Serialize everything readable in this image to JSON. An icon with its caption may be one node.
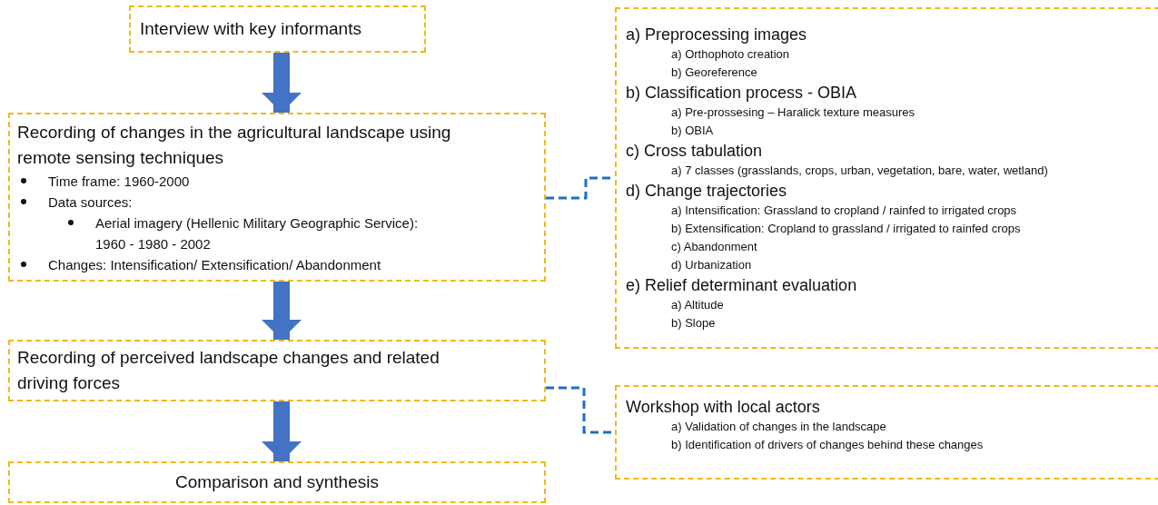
{
  "diagram": {
    "nodes": [
      {
        "text": [
          "Interview with key informants"
        ]
      },
      {
        "text": [
          "Recording of changes in the agricultural landscape using remote sensing techniques",
          "Time frame: 1960-2000",
          "Data sources:",
          "Aerial imagery (Hellenic Military Geographic Service): 1960 - 1980 - 2002",
          "Changes: Intensification/ Extensification/ Abandonment"
        ]
      },
      {
        "text": [
          "Recording of perceived landscape changes and related driving forces"
        ]
      },
      {
        "text": [
          "Comparison and synthesis"
        ]
      },
      {
        "text": [
          "a) Preprocessing images",
          "a) Orthophoto creation",
          "b) Georeference",
          "b) Classification process - OBIA",
          "a) Pre-prossesing – Haralick texture measures",
          "b) OBIA",
          "c) Cross tabulation",
          "a) 7 classes (grasslands, crops, urban, vegetation, bare, water, wetland)",
          "d) Change trajectories",
          "a) Intensification: Grassland to cropland / rainfed to irrigated crops",
          "b) Extensification: Cropland to grassland / irrigated to rainfed crops",
          "c) Abandonment",
          "d) Urbanization",
          "e) Relief determinant evaluation",
          "a) Altitude",
          "b) Slope"
        ]
      },
      {
        "text": [
          "Workshop with local actors",
          "a) Validation of changes in the landscape",
          "b) Identification of drivers of changes behind these changes"
        ]
      }
    ],
    "edges": [
      {
        "from": 0,
        "to": 1,
        "arrow": "to"
      },
      {
        "from": 1,
        "to": 2,
        "arrow": "to"
      },
      {
        "from": 2,
        "to": 3,
        "arrow": "to"
      },
      {
        "from": 1,
        "to": 4,
        "arrow": "none",
        "style": "dashed",
        "color": "#1f6fc0"
      },
      {
        "from": 2,
        "to": 5,
        "arrow": "none",
        "style": "dashed",
        "color": "#1f6fc0"
      }
    ]
  }
}
